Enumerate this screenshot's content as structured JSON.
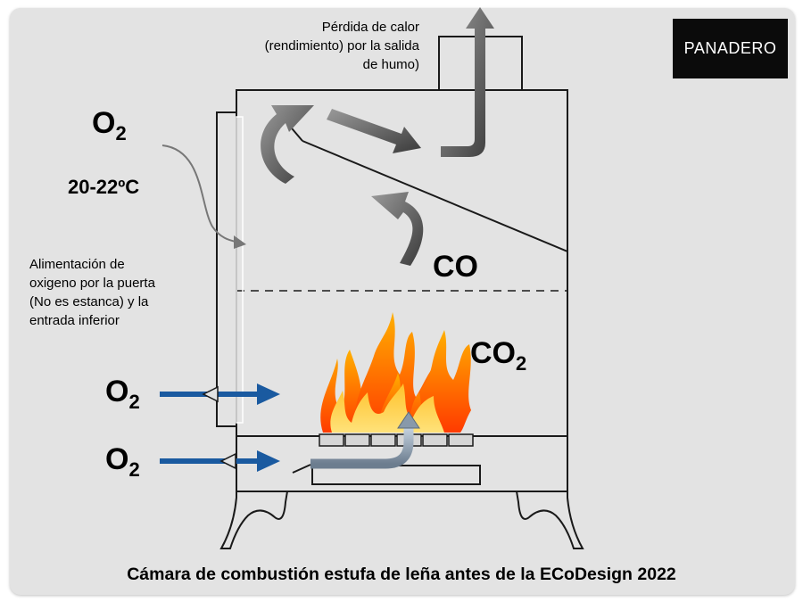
{
  "brand": {
    "logo_text": "PANADERO"
  },
  "labels": {
    "o2_top": {
      "base": "O",
      "sub": "2"
    },
    "temperature": "20-22ºC",
    "air_supply": [
      "Alimentación de",
      "oxigeno por la puerta",
      "(No es estanca) y la",
      "entrada inferior"
    ],
    "heat_loss": [
      "Pérdida de calor",
      "(rendimiento) por la salida",
      "de humo)"
    ],
    "co": "CO",
    "co2": {
      "base": "CO",
      "sub": "2"
    },
    "o2_door": {
      "base": "O",
      "sub": "2"
    },
    "o2_lower": {
      "base": "O",
      "sub": "2"
    }
  },
  "caption": "Cámara de combustión estufa de leña antes de la ECoDesign 2022",
  "colors": {
    "background": "#e3e3e3",
    "stove_line": "#1a1a1a",
    "air_arrow": "#1a5aa0",
    "gas_arrow": "#555555",
    "flame_outer": "#ff6a00",
    "flame_inner": "#ffd34d"
  }
}
